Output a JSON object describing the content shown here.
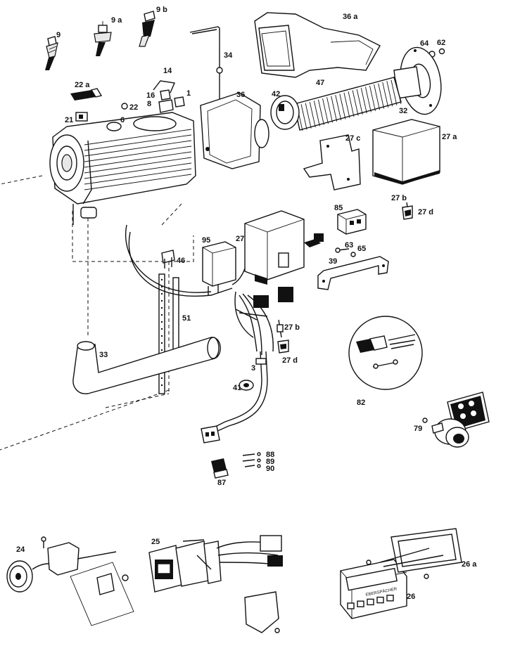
{
  "labels": {
    "l9": "9",
    "l9a": "9 a",
    "l9b": "9 b",
    "l36a": "36 a",
    "l34": "34",
    "l64": "64",
    "l62": "62",
    "l22a": "22 a",
    "l14": "14",
    "l16": "16",
    "l1": "1",
    "l8": "8",
    "l22": "22",
    "l36": "36",
    "l42": "42",
    "l47": "47",
    "l32": "32",
    "l21": "21",
    "l6": "6",
    "l27a": "27 a",
    "l27c": "27 c",
    "l27b_top": "27 b",
    "l27d_top": "27 d",
    "l85": "85",
    "l95": "95",
    "l27": "27",
    "l63": "63",
    "l65": "65",
    "l46": "46",
    "l39": "39",
    "l51": "51",
    "l27b": "27 b",
    "l33": "33",
    "l27d": "27 d",
    "l3": "3",
    "l41": "41",
    "l82": "82",
    "l79": "79",
    "l88": "88",
    "l89": "89",
    "l90": "90",
    "l87": "87",
    "l24": "24",
    "l25": "25",
    "l26a": "26 a",
    "l26": "26"
  },
  "panel_text": "EBERSPÄCHER"
}
